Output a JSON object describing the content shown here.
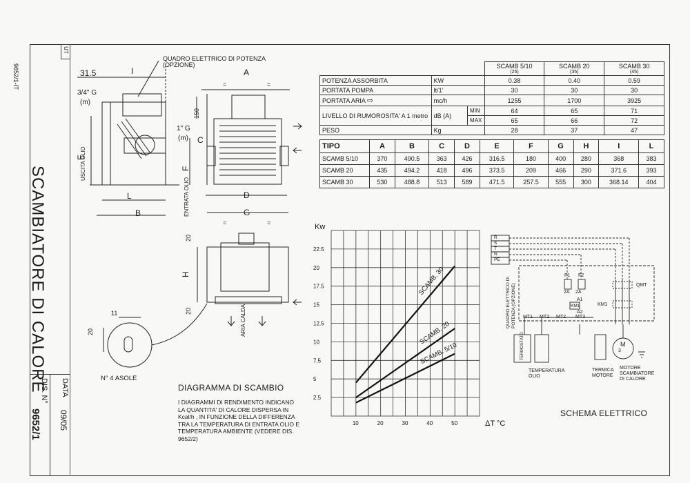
{
  "header": {
    "doc_code": "9652/1-IT",
    "ut": "UT"
  },
  "title_block": {
    "title": "SCAMBIATORE DI CALORE",
    "data_label": "DATA",
    "data_value": "09/05",
    "dis_label": "DIS. N°",
    "dis_value": "9652/1"
  },
  "drawing_labels": {
    "quadro": "QUADRO ELETTRICO DI POTENZA",
    "opzione": "(OPZIONE)",
    "dim_31_5": "31.5",
    "dim_I": "I",
    "dim_A": "A",
    "dim_3_4_G": "3/4\" G",
    "dim_m1": "(m)",
    "dim_1_G": "1\" G",
    "dim_m2": "(m)",
    "dim_150": "150",
    "dim_C": "C",
    "dim_E": "E",
    "uscita_olio": "USCITA OLIO",
    "dim_F": "F",
    "entrata_olio": "ENTRATA OLIO",
    "dim_L": "L",
    "dim_B": "B",
    "dim_D": "D",
    "dim_G": "G",
    "dim_20a": "20",
    "dim_H": "H",
    "dim_20b": "20",
    "aria_calda": "ARIA CALDA",
    "dim_11": "11",
    "dim_20c": "20",
    "asole": "N° 4 ASOLE",
    "eq1": "=",
    "eq2": "=",
    "eq3": "=",
    "eq4": "="
  },
  "spec_table": {
    "headers": [
      {
        "name": "SCAMB 5/10",
        "sub": "(25)"
      },
      {
        "name": "SCAMB 20",
        "sub": "(35)"
      },
      {
        "name": "SCAMB 30",
        "sub": "(45)"
      }
    ],
    "rows": [
      {
        "label": "POTENZA ASSORBITA",
        "unit": "KW",
        "values": [
          "0.38",
          "0.40",
          "0.59"
        ]
      },
      {
        "label": "PORTATA POMPA",
        "unit": "lt/1'",
        "values": [
          "30",
          "30",
          "30"
        ]
      },
      {
        "label": "PORTATA ARIA",
        "unit": "mc/h",
        "values": [
          "1255",
          "1700",
          "3925"
        ]
      },
      {
        "label": "LIVELLO DI RUMOROSITA' A 1 metro",
        "unit": "dB (A)",
        "min": "MIN",
        "max": "MAX",
        "values_min": [
          "64",
          "65",
          "71"
        ],
        "values_max": [
          "65",
          "66",
          "72"
        ]
      },
      {
        "label": "PESO",
        "unit": "Kg",
        "values": [
          "28",
          "37",
          "47"
        ]
      }
    ]
  },
  "dim_table": {
    "headers": [
      "TIPO",
      "A",
      "B",
      "C",
      "D",
      "E",
      "F",
      "G",
      "H",
      "I",
      "L"
    ],
    "rows": [
      [
        "SCAMB 5/10",
        "370",
        "490.5",
        "363",
        "426",
        "316.5",
        "180",
        "400",
        "280",
        "368",
        "383"
      ],
      [
        "SCAMB 20",
        "435",
        "494.2",
        "418",
        "496",
        "373.5",
        "209",
        "466",
        "290",
        "371.6",
        "393"
      ],
      [
        "SCAMB 30",
        "530",
        "488.8",
        "513",
        "589",
        "471.5",
        "257.5",
        "555",
        "300",
        "368.14",
        "404"
      ]
    ]
  },
  "chart_data": {
    "type": "line",
    "ylabel": "Kw",
    "xlabel": "ΔT °C",
    "xlim": [
      0,
      60
    ],
    "ylim": [
      0,
      25
    ],
    "xticks": [
      10,
      20,
      30,
      40,
      50
    ],
    "yticks": [
      2.5,
      5,
      7.5,
      10,
      12.5,
      15,
      17.5,
      20,
      22.5
    ],
    "series": [
      {
        "name": "SCAMB. 30",
        "x": [
          10,
          50
        ],
        "y": [
          4.5,
          20.2
        ]
      },
      {
        "name": "SCAMB. 20",
        "x": [
          10,
          50
        ],
        "y": [
          2.5,
          11.8
        ]
      },
      {
        "name": "SCAMB. 5/10",
        "x": [
          10,
          50
        ],
        "y": [
          1.8,
          8.4
        ]
      }
    ]
  },
  "diagram": {
    "title": "DIAGRAMMA DI SCAMBIO",
    "text": "I DIAGRAMMI DI RENDIMENTO INDICANO LA QUANTITA' DI CALORE DISPERSA IN Kcal/h , IN FUNZIONE DELLA DIFFERENZA TRA LA TEMPERATURA DI ENTRATA OLIO E TEMPERATURA AMBIENTE (VEDERE DIS. 9652/2)"
  },
  "schema": {
    "title": "SCHEMA ELETTRICO",
    "terminals": [
      "R",
      "S",
      "T",
      "N",
      "PE"
    ],
    "quadro": "QUADRO ELETTRICO DI POTENZA (OPZIONE)",
    "f1": "F1",
    "f2": "F2",
    "a2a": "2A",
    "a2b": "2A",
    "km1_box": "KM1",
    "a1": "A1",
    "a2": "A2",
    "km1": "KM1",
    "qmt": "QMT",
    "mt1": "MT1",
    "mt2": "MT2",
    "mt2b": "MT2",
    "mt3": "MT3",
    "termostato": "TERMOSTATO",
    "temp_olio": "TEMPERATURA OLIO",
    "termica": "TERMICA MOTORE",
    "motore": "MOTORE SCAMBIATORE DI CALORE",
    "m": "M",
    "m3": "3"
  }
}
